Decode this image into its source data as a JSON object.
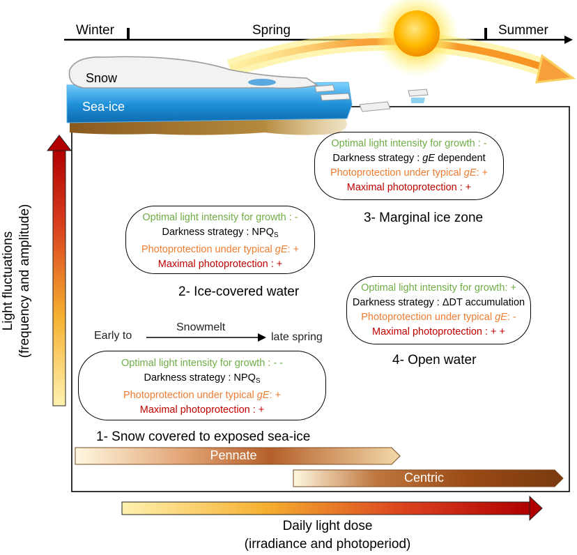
{
  "seasons": {
    "winter": "Winter",
    "spring": "Spring",
    "summer": "Summer"
  },
  "ice_labels": {
    "snow": "Snow",
    "sea_ice": "Sea-ice"
  },
  "snowmelt": {
    "early": "Early to",
    "label": "Snowmelt",
    "late": "late spring"
  },
  "zones": [
    {
      "title": "1- Snow covered to exposed sea-ice",
      "optimal": "Optimal light intensity for growth : - -",
      "darkness_prefix": "Darkness strategy : NPQ",
      "darkness_sub": "S",
      "photoprotection": "Photoprotection under typical ",
      "photoprotection_value": ": +",
      "maximal": "Maximal photoprotection : +"
    },
    {
      "title": "2- Ice-covered water",
      "optimal": "Optimal light intensity for growth : -",
      "darkness_prefix": "Darkness strategy : NPQ",
      "darkness_sub": "S",
      "photoprotection": "Photoprotection under typical ",
      "photoprotection_value": ": +",
      "maximal": "Maximal photoprotection : +"
    },
    {
      "title": "3- Marginal ice zone",
      "optimal": "Optimal light intensity for growth : -",
      "darkness_prefix": "Darkness strategy : ",
      "darkness_italic": "gE",
      "darkness_suffix": " dependent",
      "photoprotection": "Photoprotection under typical ",
      "photoprotection_value": ": +",
      "maximal": "Maximal photoprotection : +"
    },
    {
      "title": "4- Open water",
      "optimal": "Optimal light intensity for growth: +",
      "darkness_prefix": "Darkness strategy : ΔDT accumulation",
      "photoprotection": "Photoprotection under typical ",
      "photoprotection_value": ": -",
      "maximal": "Maximal photoprotection : + +"
    }
  ],
  "ge_symbol": "gE",
  "bars": {
    "pennate": "Pennate",
    "centric": "Centric"
  },
  "axes": {
    "y_line1": "Light fluctuations",
    "y_line2": "(frequency and amplitude)",
    "x_line1": "Daily light dose",
    "x_line2": "(irradiance and photoperiod)"
  },
  "colors": {
    "green": "#70ad47",
    "orange": "#ed7d31",
    "red": "#c00000",
    "sea_ice_blue": "#1e90d8",
    "sun_yellow": "#ffd700",
    "bar_brown": "#8b4513"
  }
}
